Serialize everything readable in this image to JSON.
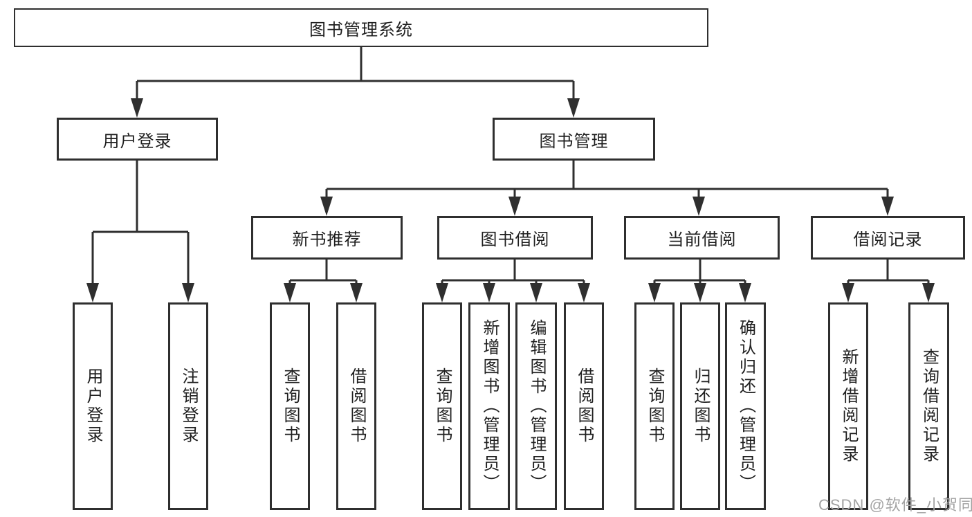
{
  "diagram": {
    "root": {
      "label": "图书管理系统"
    },
    "level2": [
      {
        "label": "用户登录",
        "children": [
          {
            "label": "用户登录"
          },
          {
            "label": "注销登录"
          }
        ]
      },
      {
        "label": "图书管理",
        "children": [
          {
            "label": "新书推荐",
            "children": [
              {
                "label": "查询图书"
              },
              {
                "label": "借阅图书"
              }
            ]
          },
          {
            "label": "图书借阅",
            "children": [
              {
                "label": "查询图书"
              },
              {
                "label": "新增图书（管理员）"
              },
              {
                "label": "编辑图书（管理员）"
              },
              {
                "label": "借阅图书"
              }
            ]
          },
          {
            "label": "当前借阅",
            "children": [
              {
                "label": "查询图书"
              },
              {
                "label": "归还图书"
              },
              {
                "label": "确认归还（管理员）"
              }
            ]
          },
          {
            "label": "借阅记录",
            "children": [
              {
                "label": "新增借阅记录"
              },
              {
                "label": "查询借阅记录"
              }
            ]
          }
        ]
      }
    ]
  },
  "watermark": "CSDN @软件_小贺同学",
  "colors": {
    "line": "#2f2f2f",
    "text": "#1f1f1f",
    "box_bg": "#ffffff",
    "background": "#ffffff",
    "watermark": "#a3a3a3"
  }
}
